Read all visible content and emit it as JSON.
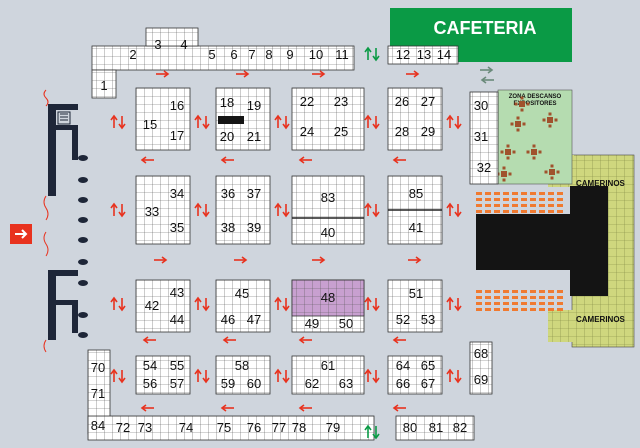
{
  "cafeteria": {
    "label": "CAFETERIA",
    "color": "#0a9a45"
  },
  "rest_zone": {
    "line1": "ZONA DESCANSO",
    "line2": "EXPOSITORES",
    "color": "#b5dcb0"
  },
  "camerinos": {
    "top_label": "CAMERINOS",
    "bottom_label": "CAMERINOS",
    "color": "#cfd77e"
  },
  "highlight_stand": {
    "number": "48",
    "color": "#c8a0d0"
  },
  "colors": {
    "arrow_red": "#e8321e",
    "arrow_green": "#0a9a45",
    "seat_orange": "#f07a30",
    "wall_dark": "#1e2638",
    "stage_black": "#141414",
    "entrance_red": "#e8321e",
    "plant_brown": "#a0522d"
  },
  "entrance_icon": "arrow-right-icon",
  "stand_labels": [
    "1",
    "2",
    "3",
    "4",
    "5",
    "6",
    "7",
    "8",
    "9",
    "10",
    "11",
    "12",
    "13",
    "14",
    "15",
    "16",
    "17",
    "18",
    "19",
    "20",
    "21",
    "22",
    "23",
    "24",
    "25",
    "26",
    "27",
    "28",
    "29",
    "30",
    "31",
    "32",
    "33",
    "34",
    "35",
    "36",
    "37",
    "38",
    "39",
    "83",
    "40",
    "85",
    "41",
    "42",
    "43",
    "44",
    "45",
    "46",
    "47",
    "48",
    "49",
    "50",
    "51",
    "52",
    "53",
    "54",
    "55",
    "56",
    "57",
    "58",
    "59",
    "60",
    "61",
    "62",
    "63",
    "64",
    "65",
    "66",
    "67",
    "68",
    "69",
    "70",
    "71",
    "84",
    "72",
    "73",
    "74",
    "75",
    "76",
    "77",
    "78",
    "79",
    "80",
    "81",
    "82"
  ]
}
